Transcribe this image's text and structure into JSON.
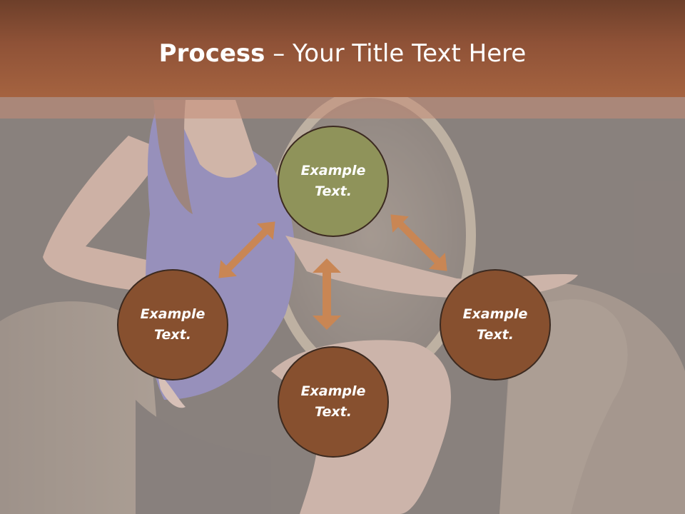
{
  "title": {
    "bold": "Process",
    "separator": " – ",
    "rest": "Your Title Text Here"
  },
  "nodes": {
    "top": {
      "text": "Example\nText."
    },
    "left": {
      "text": "Example\nText."
    },
    "right": {
      "text": "Example\nText."
    },
    "bottom": {
      "text": "Example\nText."
    }
  },
  "colors": {
    "header": "#8f5237",
    "node_primary": "#87502f",
    "node_accent": "#8f935a",
    "arrow": "#c98654"
  }
}
